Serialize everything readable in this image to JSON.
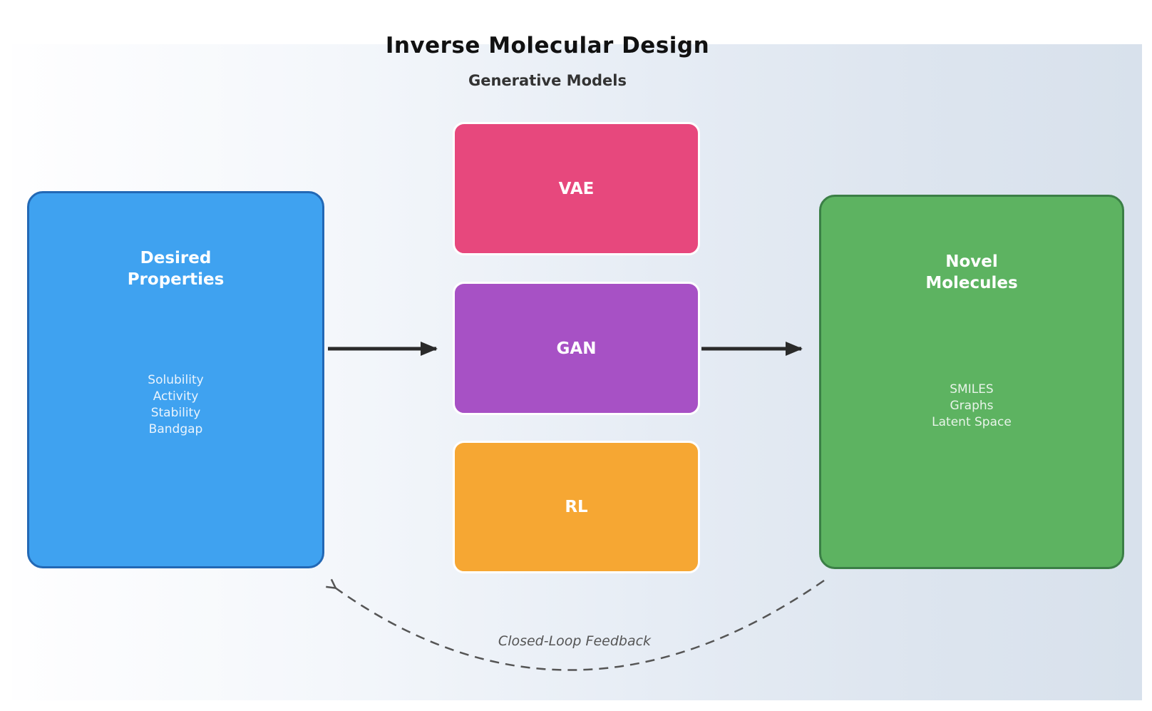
{
  "title": "Inverse Molecular Design",
  "subtitle": "Generative Models",
  "left_box": {
    "title_line1": "Desired",
    "title_line2": "Properties",
    "items": [
      "Solubility",
      "Activity",
      "Stability",
      "Bandgap"
    ],
    "fill": "#3fa2f0",
    "border": "#2268b5"
  },
  "models": [
    {
      "label": "VAE",
      "fill": "#e7487d"
    },
    {
      "label": "GAN",
      "fill": "#a751c5"
    },
    {
      "label": "RL",
      "fill": "#f6a733"
    }
  ],
  "right_box": {
    "title_line1": "Novel",
    "title_line2": "Molecules",
    "items": [
      "SMILES",
      "Graphs",
      "Latent Space"
    ],
    "fill": "#5db361",
    "border": "#3b7f46"
  },
  "feedback": {
    "label": "Closed-Loop Feedback"
  },
  "colors": {
    "title": "#111111",
    "subtitle": "#333333",
    "arrow": "#2a2a2a",
    "feedback_arrow": "#555555",
    "background_gradient_start": "#fefeff",
    "background_gradient_end": "#d8e1ec"
  }
}
